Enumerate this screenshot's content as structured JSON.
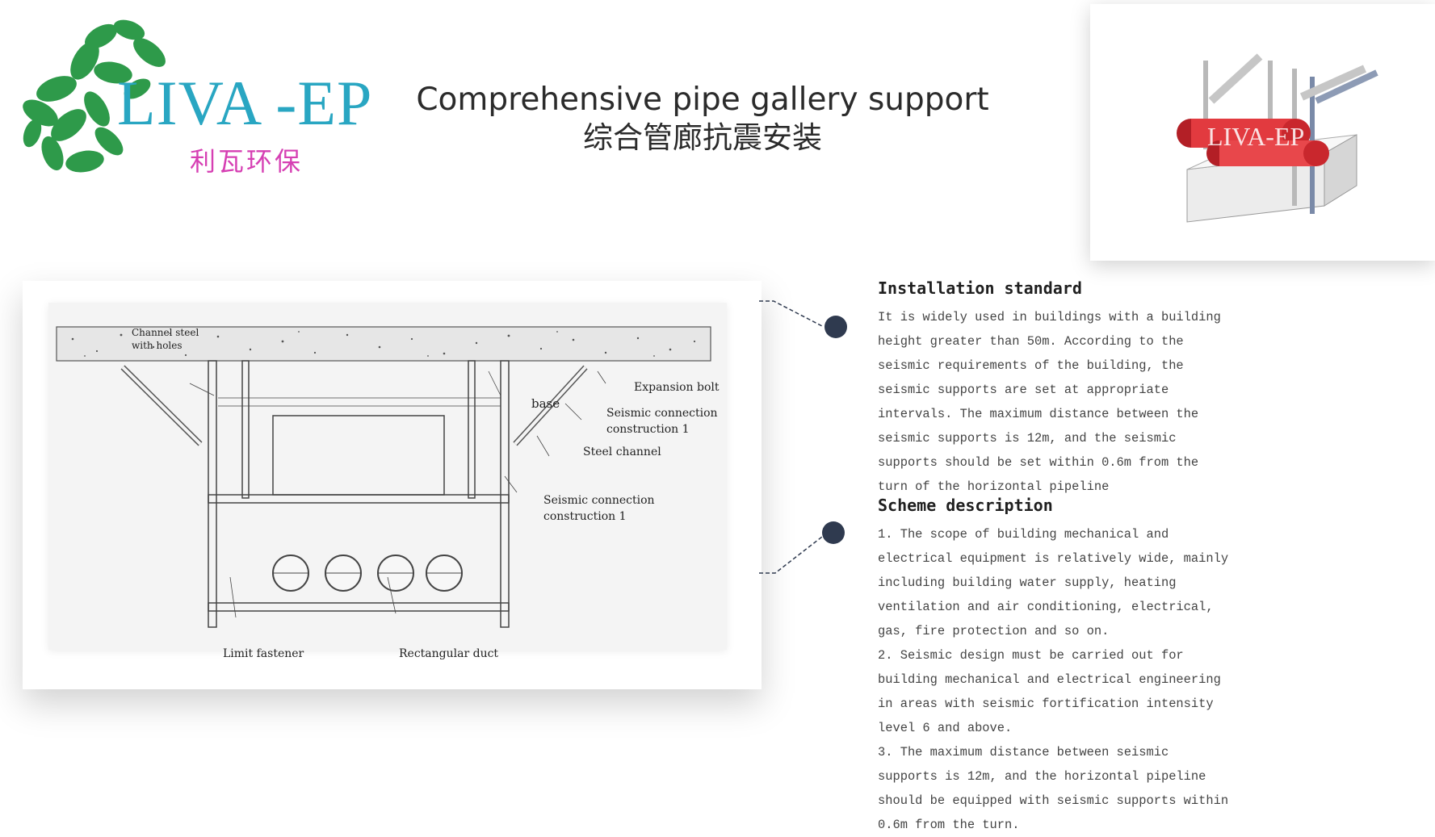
{
  "logo": {
    "text": "LIVA -EP",
    "subtext": "利瓦环保",
    "colors": {
      "leaf": "#2e9a4a",
      "text": "#29a6c2",
      "subtext": "#d63fb3"
    }
  },
  "header": {
    "title_en": "Comprehensive pipe gallery support",
    "title_cn": "综合管廊抗震安装"
  },
  "product_image": {
    "watermark": "LIVA-EP",
    "icon": "seismic-support-product-image"
  },
  "diagram": {
    "labels": {
      "channel_steel": "Channel steel\nwith holes",
      "base": "base",
      "expansion_bolt": "Expansion bolt",
      "seismic_connection_upper": "Seismic connection\nconstruction 1",
      "steel_channel": "Steel channel",
      "seismic_connection_lower": "Seismic connection\nconstruction 1",
      "limit_fastener": "Limit fastener",
      "rectangular_duct": "Rectangular duct"
    }
  },
  "sections": [
    {
      "title": "Installation standard",
      "body": "It is widely used in buildings with a building height greater than 50m. According to the seismic requirements of the building, the seismic supports are set at appropriate intervals. The maximum distance between the seismic supports is 12m, and the seismic supports should be set within 0.6m from the turn of the horizontal pipeline"
    },
    {
      "title": "Scheme description",
      "body": "1. The scope of building mechanical and electrical equipment is relatively wide, mainly including building water supply, heating ventilation and air conditioning, electrical, gas, fire protection and so on.\n2. Seismic design must be carried out for building mechanical and electrical engineering in areas with seismic fortification intensity level 6 and above.\n3. The maximum distance between seismic supports is 12m, and the horizontal pipeline should be equipped with seismic supports within 0.6m from the turn."
    }
  ],
  "accent_color": "#2f3a4f"
}
